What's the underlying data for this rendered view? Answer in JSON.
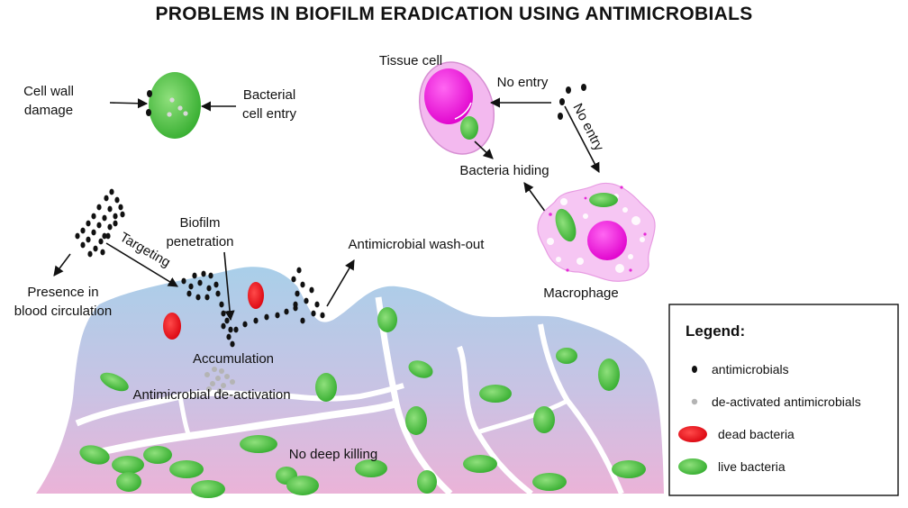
{
  "title": "PROBLEMS IN BIOFILM ERADICATION USING ANTIMICROBIALS",
  "labels": {
    "cell_wall_damage": [
      "Cell wall",
      "damage"
    ],
    "bacterial_cell_entry": [
      "Bacterial",
      "cell entry"
    ],
    "tissue_cell": "Tissue cell",
    "no_entry_top": "No entry",
    "no_entry_diag": "No entry",
    "bacteria_hiding": "Bacteria hiding",
    "macrophage": "Macrophage",
    "biofilm_penetration": [
      "Biofilm",
      "penetration"
    ],
    "antimicrobial_washout": "Antimicrobial wash-out",
    "targeting": "Targeting",
    "presence_blood": [
      "Presence in",
      "blood circulation"
    ],
    "accumulation": "Accumulation",
    "deactivation": "Antimicrobial de-activation",
    "no_deep_killing": "No deep killing"
  },
  "legend": {
    "title": "Legend:",
    "items": [
      {
        "key": "antimicrobials",
        "label": "antimicrobials"
      },
      {
        "key": "deactivated",
        "label": "de-activated antimicrobials"
      },
      {
        "key": "dead",
        "label": "dead bacteria"
      },
      {
        "key": "live",
        "label": "live bacteria"
      }
    ]
  },
  "colors": {
    "live_bacteria": "#4cbf3a",
    "dead_bacteria": "#e8141c",
    "antimicrobial": "#111111",
    "deactivated": "#b4b4b4",
    "biofilm_top": "#a8cfe8",
    "biofilm_bottom": "#e9b4d8",
    "tissue_cell": "#f1b6ee",
    "nucleus": "#ea12d6"
  }
}
